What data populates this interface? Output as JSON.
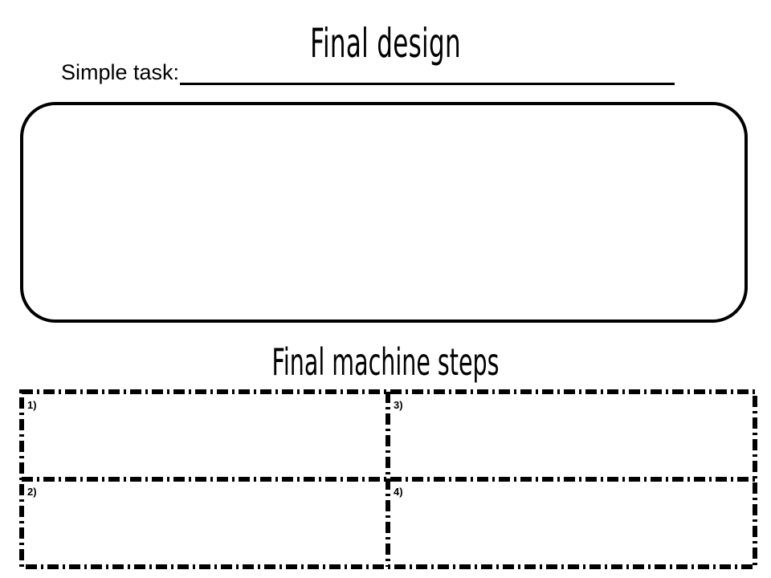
{
  "page": {
    "title": "Final design",
    "task_label": "Simple task:",
    "steps_title": "Final machine steps"
  },
  "steps": [
    {
      "label": "1)"
    },
    {
      "label": "2)"
    },
    {
      "label": "3)"
    },
    {
      "label": "4)"
    }
  ]
}
